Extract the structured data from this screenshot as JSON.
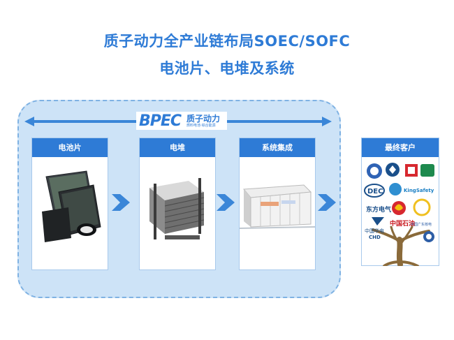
{
  "title": {
    "line1": "质子动力全产业链布局SOEC/SOFC",
    "line2": "电池片、电堆及系统"
  },
  "logo": {
    "brand": "BPEC",
    "name_cn": "质子动力",
    "tagline": "燃料电池·综合能源"
  },
  "stages": [
    {
      "label": "电池片"
    },
    {
      "label": "电堆"
    },
    {
      "label": "系统集成"
    },
    {
      "label": "最终客户"
    }
  ],
  "customer_logos": [
    "DEC",
    "KingSafety",
    "东方电气",
    "中国华电",
    "CHD",
    "中国石油",
    "中国广东核电"
  ],
  "colors": {
    "accent": "#2e7bd6",
    "panel": "#cde3f7",
    "arrow": "#3a86d8",
    "tree": "#8a6a3a"
  }
}
